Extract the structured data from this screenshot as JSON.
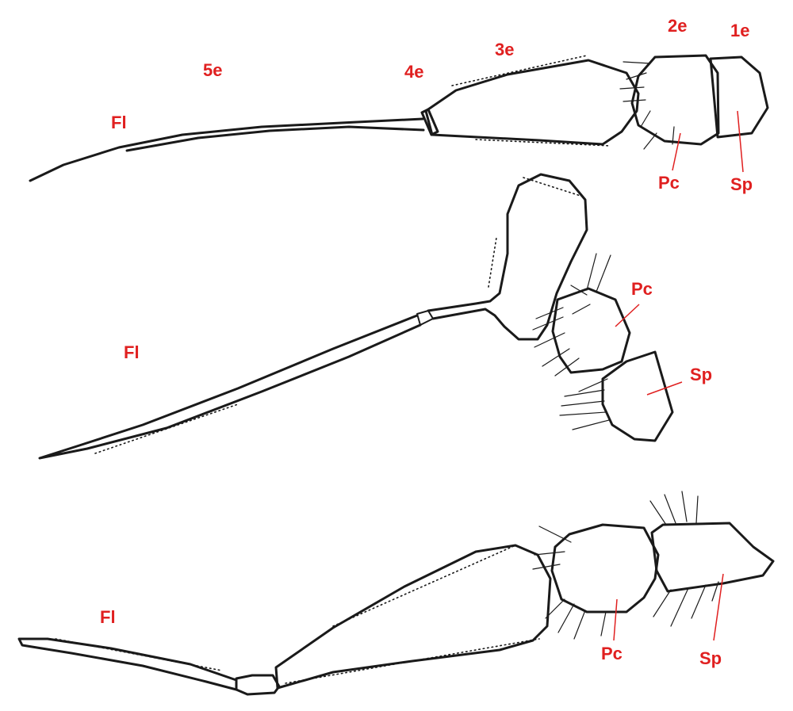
{
  "label_color": "#e02020",
  "panels": [
    {
      "labels": {
        "seg_1e": "1e",
        "seg_2e": "2e",
        "seg_3e": "3e",
        "seg_4e": "4e",
        "seg_5e": "5e",
        "flagellum": "Fl",
        "pedicel": "Pc",
        "scape": "Sp"
      }
    },
    {
      "labels": {
        "flagellum": "Fl",
        "pedicel": "Pc",
        "scape": "Sp"
      }
    },
    {
      "labels": {
        "flagellum": "Fl",
        "pedicel": "Pc",
        "scape": "Sp"
      }
    }
  ]
}
